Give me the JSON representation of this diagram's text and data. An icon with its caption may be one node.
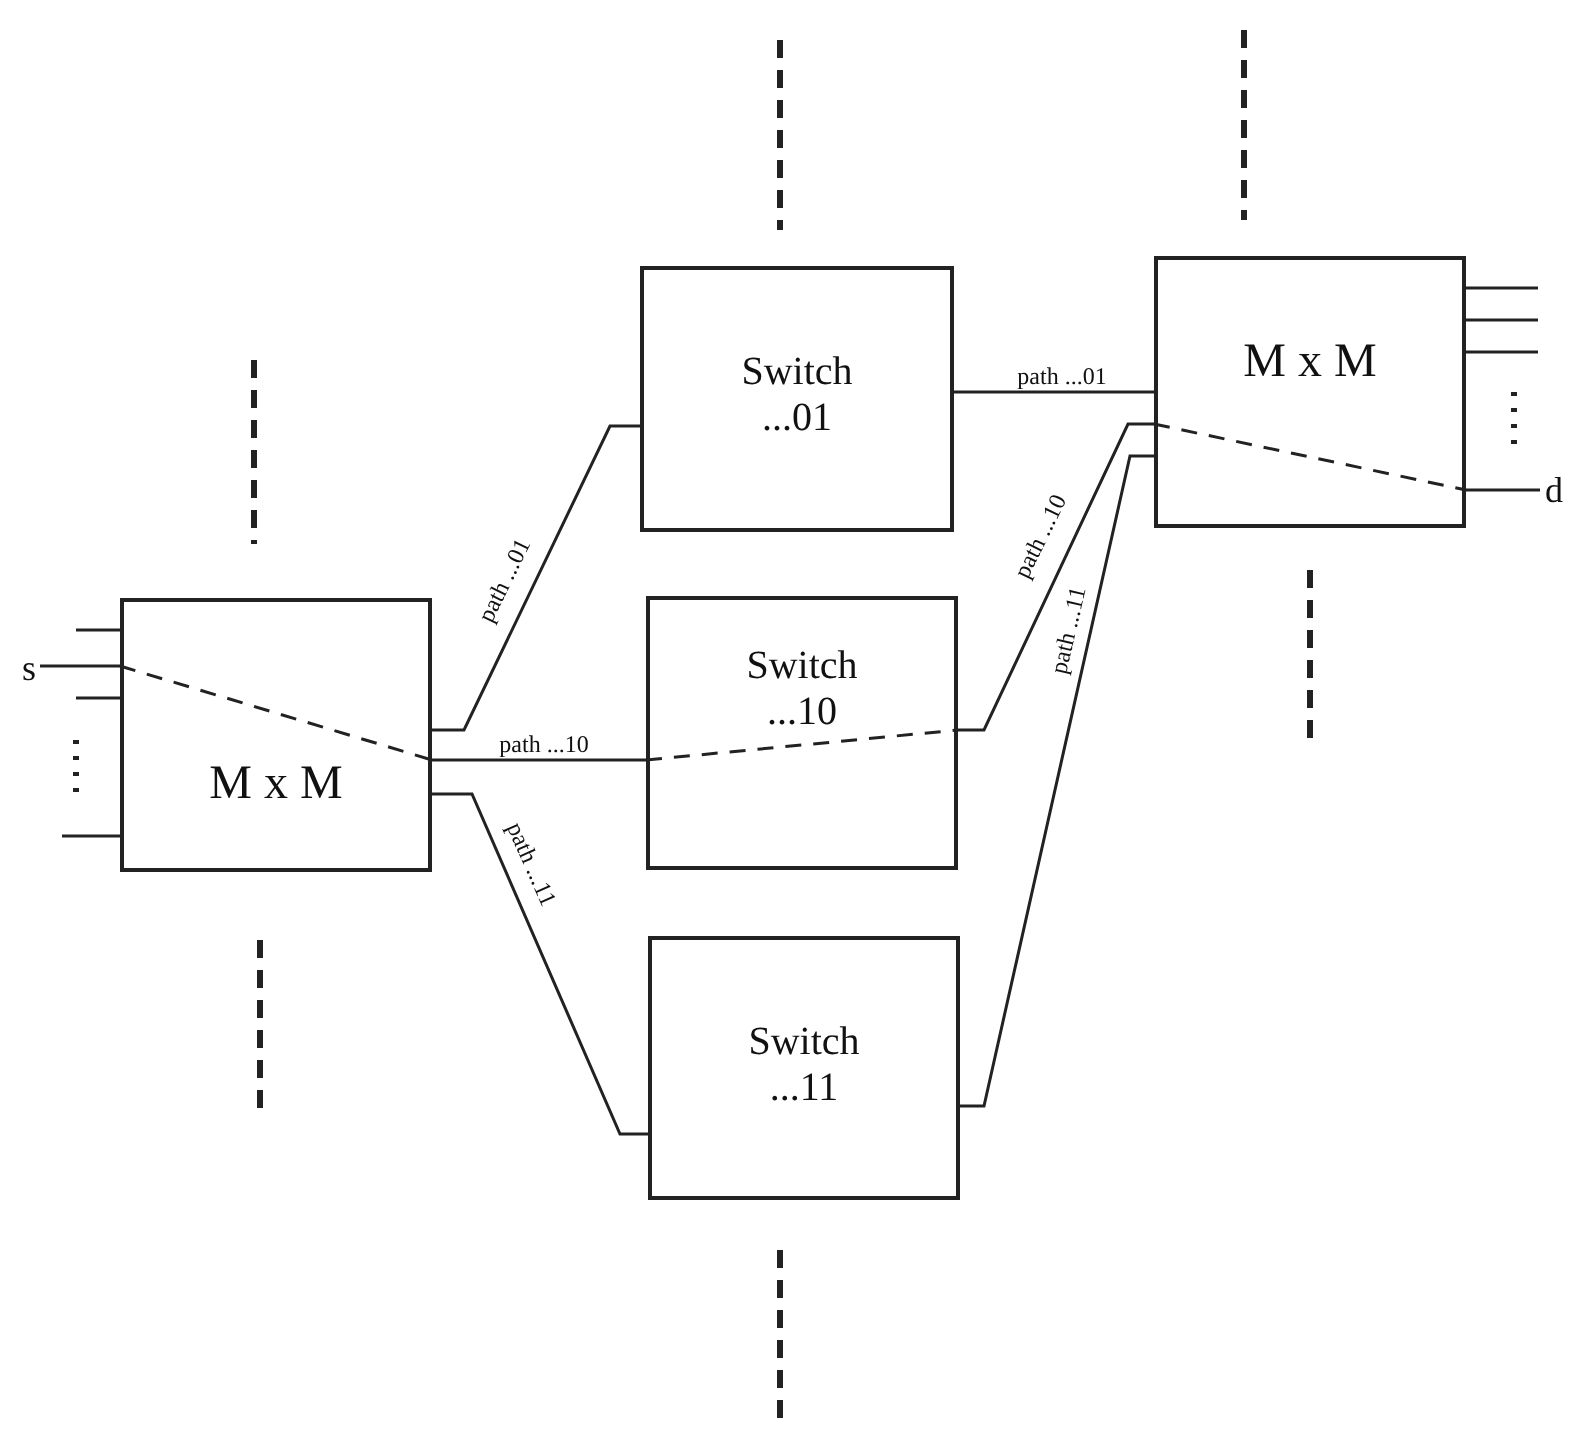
{
  "diagram": {
    "nodes": [
      {
        "text": [
          "M x M"
        ]
      },
      {
        "text": [
          "Switch ...01"
        ]
      },
      {
        "text": [
          "Switch ...10"
        ]
      },
      {
        "text": [
          "Switch ...11"
        ]
      },
      {
        "text": [
          "M x M"
        ]
      },
      {
        "text": [
          "s"
        ]
      },
      {
        "text": [
          "d"
        ]
      }
    ],
    "edges": [
      {
        "from": 0,
        "to": 1,
        "arrow": "none",
        "label": "path ...01"
      },
      {
        "from": 0,
        "to": 2,
        "arrow": "none",
        "label": "path ...10"
      },
      {
        "from": 0,
        "to": 3,
        "arrow": "none",
        "label": "path ...11"
      },
      {
        "from": 1,
        "to": 4,
        "arrow": "none",
        "label": "path ...01"
      },
      {
        "from": 2,
        "to": 4,
        "arrow": "none",
        "label": "path ...10"
      },
      {
        "from": 3,
        "to": 4,
        "arrow": "none",
        "label": "path ...11"
      },
      {
        "from": 5,
        "to": 0,
        "arrow": "none"
      },
      {
        "from": 4,
        "to": 6,
        "arrow": "none"
      },
      {
        "from": null,
        "to": 0,
        "arrow": "none"
      },
      {
        "from": null,
        "to": 0,
        "arrow": "none"
      },
      {
        "from": null,
        "to": 0,
        "arrow": "none"
      },
      {
        "from": 4,
        "to": null,
        "arrow": "none"
      },
      {
        "from": 4,
        "to": null,
        "arrow": "none"
      },
      {
        "from": 4,
        "to": null,
        "arrow": "none"
      }
    ]
  }
}
